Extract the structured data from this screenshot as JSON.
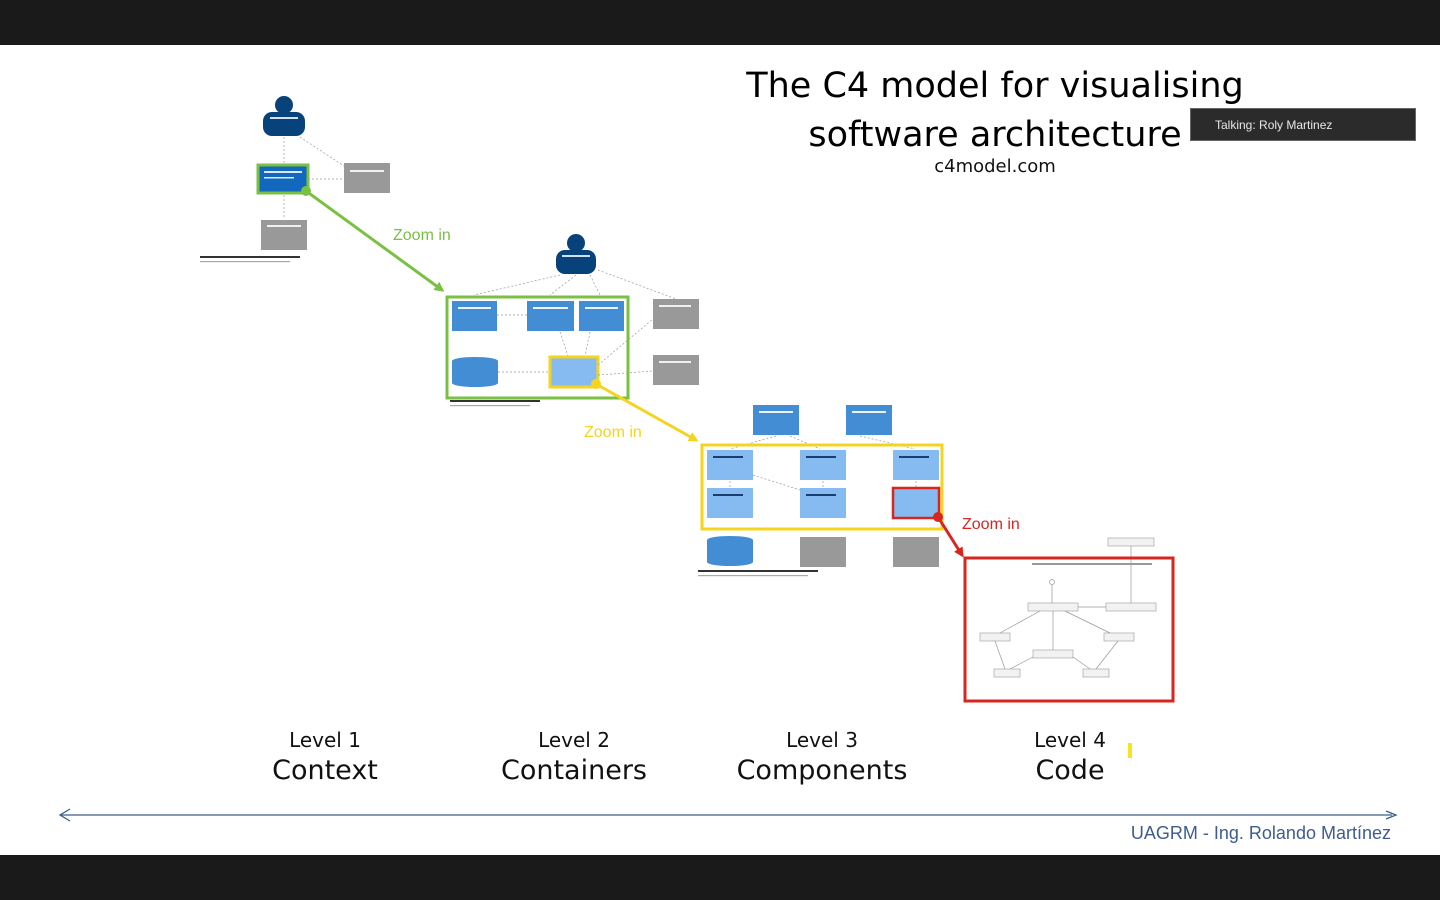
{
  "slide": {
    "title_line1": "The C4 model for visualising",
    "title_line2": "software architecture",
    "website": "c4model.com",
    "zoom_label": "Zoom in",
    "levels": [
      {
        "number": "Level 1",
        "name": "Context"
      },
      {
        "number": "Level 2",
        "name": "Containers"
      },
      {
        "number": "Level 3",
        "name": "Components"
      },
      {
        "number": "Level 4",
        "name": "Code"
      }
    ],
    "footer": "UAGRM - Ing. Rolando Martínez"
  },
  "call_overlay": {
    "talking": "Talking: Roly Martinez"
  },
  "colors": {
    "zoom1": "#7ac143",
    "zoom2": "#f4d41f",
    "zoom3": "#d7261f",
    "node_blue": "#438dd5",
    "person_blue": "#08427b",
    "external_gray": "#999999",
    "footer_text": "#3e5c8e"
  }
}
